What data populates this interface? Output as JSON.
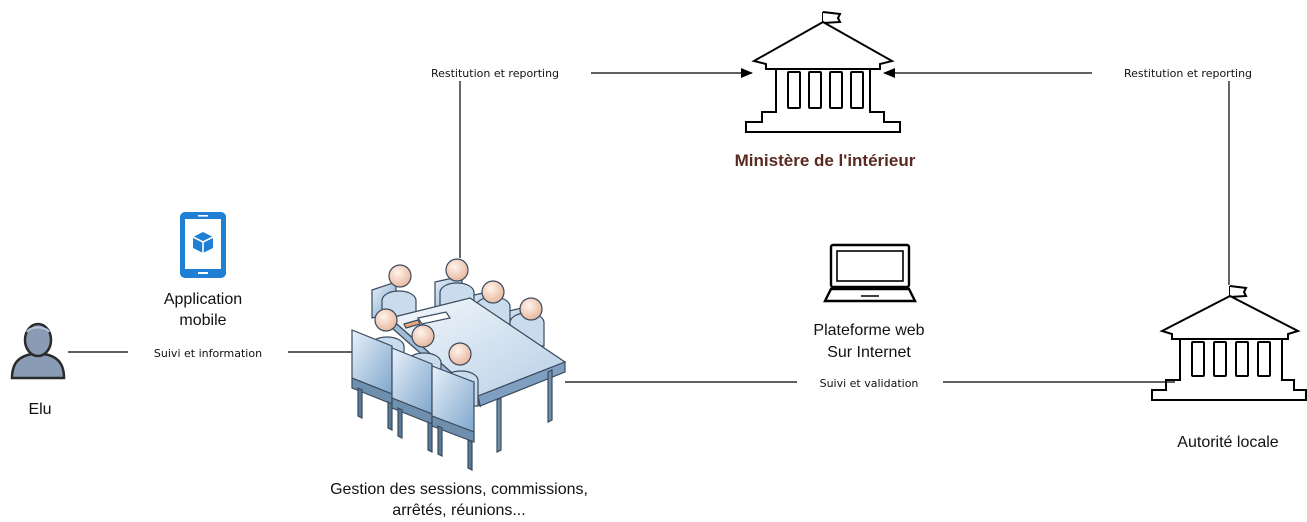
{
  "colors": {
    "line": "#000000",
    "ministry_label": "#5a2a20",
    "phone_blue": "#1e7fd4",
    "person_body": "#8a9bb5",
    "table_blue": "#a9c6e3"
  },
  "nodes": {
    "elu": {
      "label": "Elu",
      "icon": "user-icon"
    },
    "app": {
      "label_line1": "Application",
      "label_line2": "mobile",
      "icon": "mobile-phone-icon"
    },
    "meeting": {
      "label_line1": "Gestion des sessions, commissions,",
      "label_line2": "arrêtés, réunions...",
      "icon": "meeting-table-icon"
    },
    "web": {
      "label_line1": "Plateforme web",
      "label_line2": "Sur Internet",
      "icon": "laptop-icon"
    },
    "ministry": {
      "label": "Ministère de l'intérieur",
      "icon": "government-building-icon"
    },
    "local": {
      "label": "Autorité locale",
      "icon": "government-building-icon"
    }
  },
  "edges": {
    "elu_meeting": "Suivi et information",
    "meeting_local": "Suivi et validation",
    "meeting_ministry": "Restitution et reporting",
    "local_ministry": "Restitution et reporting"
  }
}
